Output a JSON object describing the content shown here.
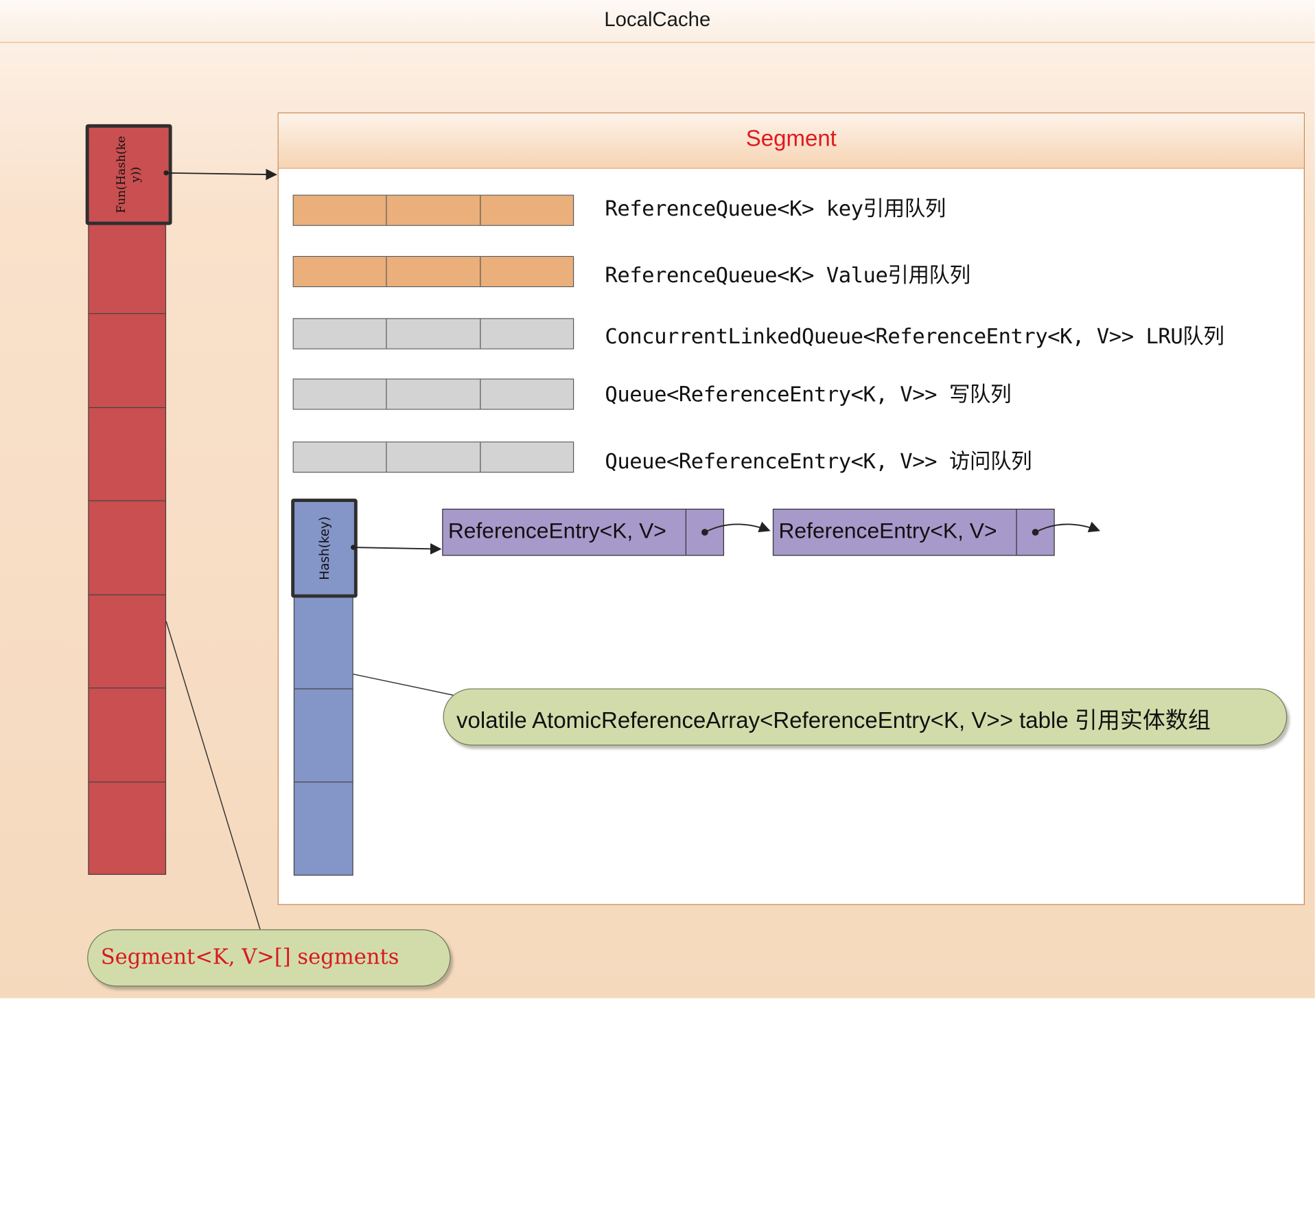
{
  "title": "LocalCache",
  "segments_array": {
    "head_label": "Fun(Hash(key))",
    "label": "Segment<K,  V>[] segments"
  },
  "segment": {
    "title": "Segment",
    "queues": [
      {
        "color": "orange",
        "label": "ReferenceQueue<K> key引用队列"
      },
      {
        "color": "orange",
        "label": "ReferenceQueue<K> Value引用队列"
      },
      {
        "color": "gray",
        "label": "ConcurrentLinkedQueue<ReferenceEntry<K,  V>> LRU队列"
      },
      {
        "color": "gray",
        "label": "Queue<ReferenceEntry<K,  V>> 写队列"
      },
      {
        "color": "gray",
        "label": "Queue<ReferenceEntry<K,  V>> 访问队列"
      }
    ],
    "table": {
      "head_label": "Hash(key)",
      "label": "volatile AtomicReferenceArray<ReferenceEntry<K, V>> table 引用实体数组"
    },
    "entries": [
      {
        "label": "ReferenceEntry<K, V>"
      },
      {
        "label": "ReferenceEntry<K, V>"
      }
    ]
  },
  "colors": {
    "segment_cells": "#c94f51",
    "table_cells": "#8495c8",
    "entry_fill": "#a899cb",
    "orange_queue": "#eaaf7a",
    "gray_queue": "#d3d3d3",
    "callout_fill": "#d2dcab",
    "segment_title": "#e0191f"
  }
}
